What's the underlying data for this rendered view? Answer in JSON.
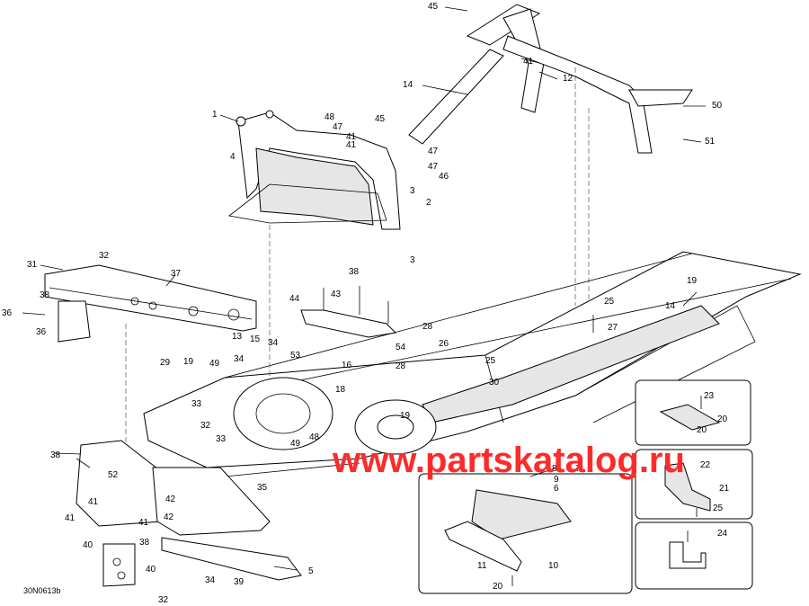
{
  "drawing_code": "30N0613b",
  "watermark": "www.partskatalog.ru",
  "watermark_color": "#ff2a2a",
  "callouts": [
    "45",
    "41",
    "12",
    "14",
    "50",
    "51",
    "1",
    "48",
    "45",
    "47",
    "41",
    "47",
    "41",
    "47",
    "46",
    "4",
    "3",
    "2",
    "3",
    "32",
    "31",
    "37",
    "38",
    "36",
    "36",
    "38",
    "44",
    "43",
    "28",
    "25",
    "54",
    "26",
    "27",
    "19",
    "14",
    "16",
    "13",
    "15",
    "34",
    "53",
    "19",
    "29",
    "49",
    "34",
    "33",
    "32",
    "33",
    "49",
    "48",
    "19",
    "18",
    "28",
    "25",
    "30",
    "38",
    "52",
    "41",
    "42",
    "41",
    "42",
    "41",
    "38",
    "35",
    "40",
    "40",
    "32",
    "34",
    "39",
    "5",
    "8",
    "9",
    "6",
    "7",
    "10",
    "11",
    "20",
    "23",
    "20",
    "20",
    "22",
    "21",
    "25",
    "24"
  ]
}
